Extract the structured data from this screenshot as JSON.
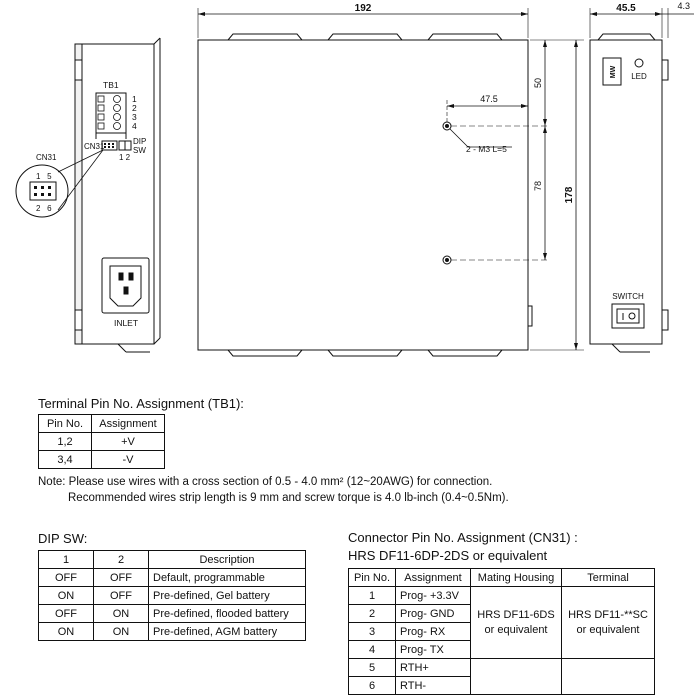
{
  "drawing": {
    "dim_width": "192",
    "dim_depth": "45.5",
    "dim_depth_small": "4.3",
    "dim_height": "178",
    "dim_top": "50",
    "dim_spacing": "78",
    "dim_offset": "47.5",
    "screw_label": "2 - M3 L=5",
    "tb1_label": "TB1",
    "tb1_pins": [
      "1",
      "2",
      "3",
      "4"
    ],
    "cn31_label": "CN31",
    "dip_label_1": "DIP",
    "dip_label_2": "SW",
    "dip_numbers": "1 2",
    "cn31_detail_label": "CN31",
    "cn31_pins_top": "1   5",
    "cn31_pins_bottom": "2   6",
    "inlet_label": "INLET",
    "led_label": "LED",
    "switch_label": "SWITCH",
    "logo_text": "MW"
  },
  "tb1": {
    "title": "Terminal Pin No.  Assignment (TB1):",
    "headers": [
      "Pin No.",
      "Assignment"
    ],
    "rows": [
      [
        "1,2",
        "+V"
      ],
      [
        "3,4",
        "-V"
      ]
    ]
  },
  "note": {
    "line1": "Note: Please use wires with a cross section of 0.5 - 4.0 mm² (12~20AWG) for connection.",
    "line2": "Recommended wires strip length is 9 mm and screw torque is 4.0 lb-inch (0.4~0.5Nm)."
  },
  "dipsw": {
    "title": "DIP SW:",
    "headers": [
      "1",
      "2",
      "Description"
    ],
    "rows": [
      [
        "OFF",
        "OFF",
        "Default, programmable"
      ],
      [
        "ON",
        "OFF",
        "Pre-defined, Gel battery"
      ],
      [
        "OFF",
        "ON",
        "Pre-defined, flooded battery"
      ],
      [
        "ON",
        "ON",
        "Pre-defined, AGM battery"
      ]
    ]
  },
  "cn31": {
    "title": "Connector Pin No. Assignment (CN31) :",
    "subtitle": "HRS DF11-6DP-2DS or equivalent",
    "headers": [
      "Pin No.",
      "Assignment",
      "Mating Housing",
      "Terminal"
    ],
    "pins": [
      [
        "1",
        "Prog- +3.3V"
      ],
      [
        "2",
        "Prog- GND"
      ],
      [
        "3",
        "Prog- RX"
      ],
      [
        "4",
        "Prog- TX"
      ],
      [
        "5",
        "RTH+"
      ],
      [
        "6",
        "RTH-"
      ]
    ],
    "housing": "HRS DF11-6DS\nor equivalent",
    "terminal": "HRS DF11-**SC\nor equivalent"
  }
}
